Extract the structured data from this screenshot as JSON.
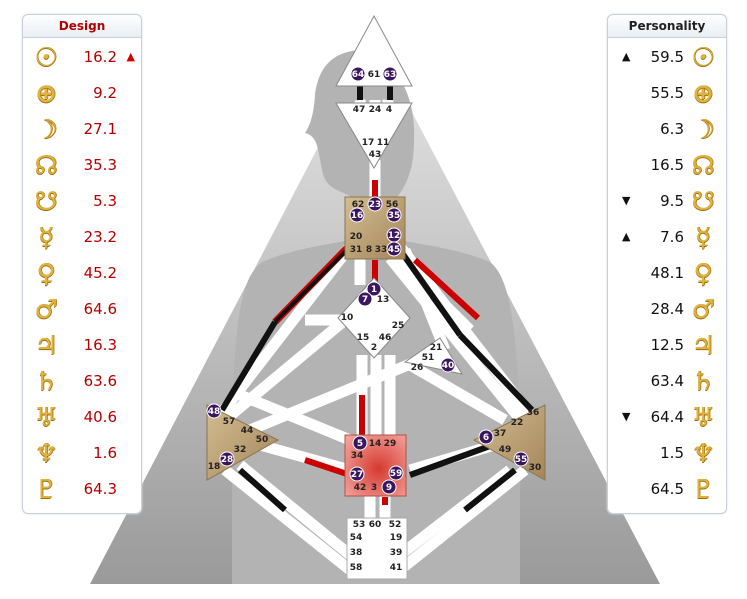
{
  "design": {
    "title": "Design",
    "rows": [
      {
        "planet": "sun-icon",
        "symbol": "☉",
        "value": "16.2",
        "mark": "▲"
      },
      {
        "planet": "earth-icon",
        "symbol": "⊕",
        "value": "9.2",
        "mark": ""
      },
      {
        "planet": "moon-icon",
        "symbol": "☽",
        "value": "27.1",
        "mark": ""
      },
      {
        "planet": "north-node-icon",
        "symbol": "☊",
        "value": "35.3",
        "mark": ""
      },
      {
        "planet": "south-node-icon",
        "symbol": "☋",
        "value": "5.3",
        "mark": ""
      },
      {
        "planet": "mercury-icon",
        "symbol": "☿",
        "value": "23.2",
        "mark": ""
      },
      {
        "planet": "venus-icon",
        "symbol": "♀",
        "value": "45.2",
        "mark": ""
      },
      {
        "planet": "mars-icon",
        "symbol": "♂",
        "value": "64.6",
        "mark": ""
      },
      {
        "planet": "jupiter-icon",
        "symbol": "♃",
        "value": "16.3",
        "mark": ""
      },
      {
        "planet": "saturn-icon",
        "symbol": "♄",
        "value": "63.6",
        "mark": ""
      },
      {
        "planet": "uranus-icon",
        "symbol": "♅",
        "value": "40.6",
        "mark": ""
      },
      {
        "planet": "neptune-icon",
        "symbol": "♆",
        "value": "1.6",
        "mark": ""
      },
      {
        "planet": "pluto-icon",
        "symbol": "♇",
        "value": "64.3",
        "mark": ""
      }
    ]
  },
  "personality": {
    "title": "Personality",
    "rows": [
      {
        "planet": "sun-icon",
        "symbol": "☉",
        "value": "59.5",
        "mark": "▲"
      },
      {
        "planet": "earth-icon",
        "symbol": "⊕",
        "value": "55.5",
        "mark": ""
      },
      {
        "planet": "moon-icon",
        "symbol": "☽",
        "value": "6.3",
        "mark": ""
      },
      {
        "planet": "north-node-icon",
        "symbol": "☊",
        "value": "16.5",
        "mark": ""
      },
      {
        "planet": "south-node-icon",
        "symbol": "☋",
        "value": "9.5",
        "mark": "▼"
      },
      {
        "planet": "mercury-icon",
        "symbol": "☿",
        "value": "7.6",
        "mark": "▲"
      },
      {
        "planet": "venus-icon",
        "symbol": "♀",
        "value": "48.1",
        "mark": ""
      },
      {
        "planet": "mars-icon",
        "symbol": "♂",
        "value": "28.4",
        "mark": ""
      },
      {
        "planet": "jupiter-icon",
        "symbol": "♃",
        "value": "12.5",
        "mark": ""
      },
      {
        "planet": "saturn-icon",
        "symbol": "♄",
        "value": "63.4",
        "mark": ""
      },
      {
        "planet": "uranus-icon",
        "symbol": "♅",
        "value": "64.4",
        "mark": "▼"
      },
      {
        "planet": "neptune-icon",
        "symbol": "♆",
        "value": "1.5",
        "mark": ""
      },
      {
        "planet": "pluto-icon",
        "symbol": "♇",
        "value": "64.5",
        "mark": ""
      }
    ]
  },
  "colors": {
    "design_red": "#cc0000",
    "personality_black": "#111111",
    "gold_glyph": "#e0b33c",
    "center_tan": "#b89a6a",
    "sacral_red": "#e0524a",
    "active_gate_circle": "#3a1660"
  },
  "bodygraph": {
    "gates": [
      {
        "n": "64",
        "active": true
      },
      {
        "n": "61",
        "active": false
      },
      {
        "n": "63",
        "active": true
      },
      {
        "n": "47",
        "active": false
      },
      {
        "n": "24",
        "active": false
      },
      {
        "n": "4",
        "active": false
      },
      {
        "n": "17",
        "active": false
      },
      {
        "n": "11",
        "active": false
      },
      {
        "n": "43",
        "active": false
      },
      {
        "n": "62",
        "active": false
      },
      {
        "n": "23",
        "active": true
      },
      {
        "n": "56",
        "active": false
      },
      {
        "n": "16",
        "active": true
      },
      {
        "n": "35",
        "active": true
      },
      {
        "n": "20",
        "active": false
      },
      {
        "n": "12",
        "active": true
      },
      {
        "n": "31",
        "active": false
      },
      {
        "n": "8",
        "active": false
      },
      {
        "n": "33",
        "active": false
      },
      {
        "n": "45",
        "active": true
      },
      {
        "n": "1",
        "active": true
      },
      {
        "n": "7",
        "active": true
      },
      {
        "n": "13",
        "active": false
      },
      {
        "n": "10",
        "active": false
      },
      {
        "n": "25",
        "active": false
      },
      {
        "n": "15",
        "active": false
      },
      {
        "n": "46",
        "active": false
      },
      {
        "n": "2",
        "active": false
      },
      {
        "n": "21",
        "active": false
      },
      {
        "n": "51",
        "active": false
      },
      {
        "n": "26",
        "active": false
      },
      {
        "n": "40",
        "active": true
      },
      {
        "n": "48",
        "active": true
      },
      {
        "n": "57",
        "active": false
      },
      {
        "n": "44",
        "active": false
      },
      {
        "n": "50",
        "active": false
      },
      {
        "n": "32",
        "active": false
      },
      {
        "n": "28",
        "active": true
      },
      {
        "n": "18",
        "active": false
      },
      {
        "n": "5",
        "active": true
      },
      {
        "n": "14",
        "active": false
      },
      {
        "n": "29",
        "active": false
      },
      {
        "n": "34",
        "active": false
      },
      {
        "n": "27",
        "active": true
      },
      {
        "n": "59",
        "active": true
      },
      {
        "n": "42",
        "active": false
      },
      {
        "n": "3",
        "active": false
      },
      {
        "n": "9",
        "active": true
      },
      {
        "n": "36",
        "active": false
      },
      {
        "n": "22",
        "active": false
      },
      {
        "n": "37",
        "active": false
      },
      {
        "n": "6",
        "active": true
      },
      {
        "n": "49",
        "active": false
      },
      {
        "n": "55",
        "active": true
      },
      {
        "n": "30",
        "active": false
      },
      {
        "n": "53",
        "active": false
      },
      {
        "n": "60",
        "active": false
      },
      {
        "n": "52",
        "active": false
      },
      {
        "n": "54",
        "active": false
      },
      {
        "n": "19",
        "active": false
      },
      {
        "n": "38",
        "active": false
      },
      {
        "n": "39",
        "active": false
      },
      {
        "n": "58",
        "active": false
      },
      {
        "n": "41",
        "active": false
      }
    ]
  }
}
